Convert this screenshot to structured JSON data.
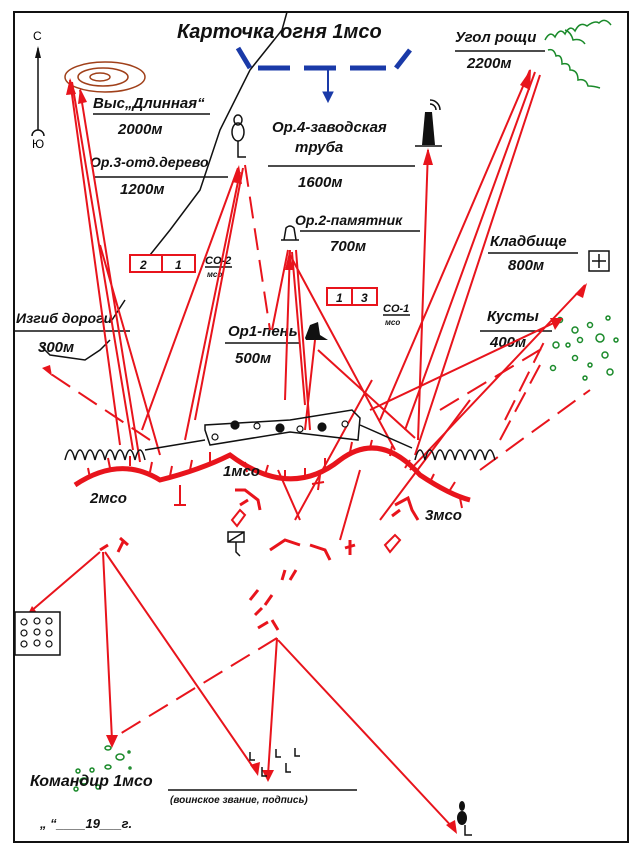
{
  "title": "Карточка огня 1мсо",
  "compass": {
    "north": "С",
    "south": "Ю"
  },
  "landmarks": [
    {
      "name": "Выс„Длинная“",
      "distance": "2000м"
    },
    {
      "name": "Ор.3-отд.дерево",
      "distance": "1200м"
    },
    {
      "name_line1": "Ор.4-заводская",
      "name_line2": "труба",
      "distance": "1600м"
    },
    {
      "name": "Угол рощи",
      "distance": "2200м"
    },
    {
      "name": "Ор.2-памятник",
      "distance": "700м"
    },
    {
      "name": "Кладбище",
      "distance": "800м"
    },
    {
      "name": "Изгиб дороги",
      "distance": "300м"
    },
    {
      "name": "Ор1-пень",
      "distance": "500м"
    },
    {
      "name": "Кусты",
      "distance": "400м"
    }
  ],
  "sectors": [
    {
      "cells": [
        "2",
        "1"
      ],
      "label_top": "СО-2",
      "label_bottom": "мсо"
    },
    {
      "cells": [
        "1",
        "3"
      ],
      "label_top": "СО-1",
      "label_bottom": "мсо"
    }
  ],
  "units": [
    "2мсо",
    "1мсо",
    "3мсо"
  ],
  "signature": {
    "label": "Командир 1мсо",
    "caption": "(воинское звание, подпись)",
    "date": "„  “____19___г."
  },
  "colors": {
    "fire": "#e8141c",
    "observation": "#1a3aa8",
    "vegetation": "#1a8a2a"
  }
}
